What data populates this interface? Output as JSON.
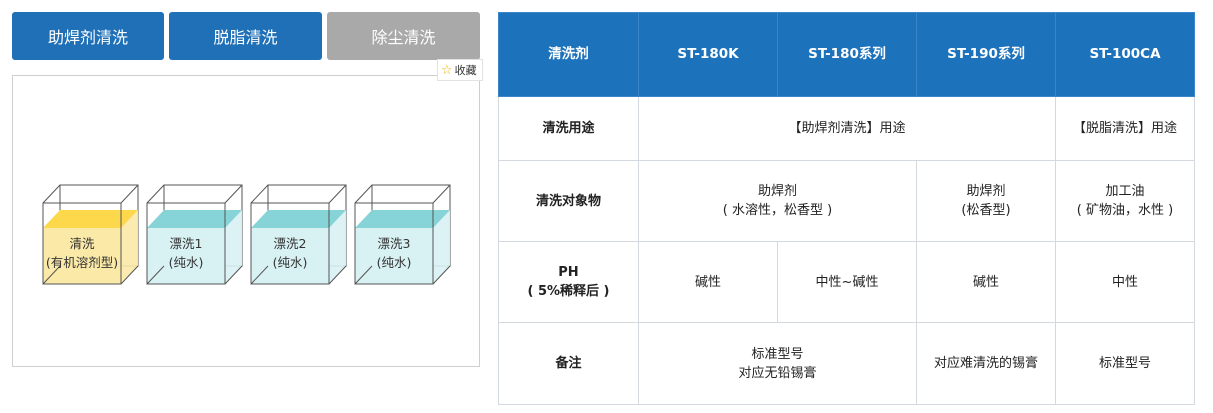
{
  "tabs": [
    {
      "label": "助焊剂清洗",
      "state": "active"
    },
    {
      "label": "脱脂清洗",
      "state": "active"
    },
    {
      "label": "除尘清洗",
      "state": "disabled"
    }
  ],
  "favorite": {
    "label": "收藏",
    "icon": "star-icon"
  },
  "tanks": [
    {
      "name": "清洗",
      "sub": "(有机溶剂型)",
      "liquid_color": "#fbe9a8",
      "surface_color": "#fdd84a"
    },
    {
      "name": "漂洗1",
      "sub": "(纯水)",
      "liquid_color": "#d8f1f3",
      "surface_color": "#86d3d8"
    },
    {
      "name": "漂洗2",
      "sub": "(纯水)",
      "liquid_color": "#d8f1f3",
      "surface_color": "#86d3d8"
    },
    {
      "name": "漂洗3",
      "sub": "(纯水)",
      "liquid_color": "#d8f1f3",
      "surface_color": "#86d3d8"
    }
  ],
  "table": {
    "headers": [
      "清洗剂",
      "ST-180K",
      "ST-180系列",
      "ST-190系列",
      "ST-100CA"
    ],
    "usage": {
      "label": "清洗用途",
      "flux": "【助焊剂清洗】用途",
      "degrease": "【脱脂清洗】用途"
    },
    "target": {
      "label": "清洗对象物",
      "c1": "助焊剂\n( 水溶性，松香型 )",
      "c2": "助焊剂\n(松香型)",
      "c3": "加工油\n( 矿物油，水性 )"
    },
    "ph": {
      "label": "PH\n( 5%稀释后 )",
      "c1": "碱性",
      "c2": "中性~碱性",
      "c3": "碱性",
      "c4": "中性"
    },
    "note": {
      "label": "备注",
      "c1": "标准型号\n对应无铅锡膏",
      "c2": "对应难清洗的锡膏",
      "c3": "标准型号"
    }
  },
  "colors": {
    "tab_active": "#1f70b7",
    "tab_disabled": "#a9a9a9",
    "header_bg": "#1d72bc"
  }
}
